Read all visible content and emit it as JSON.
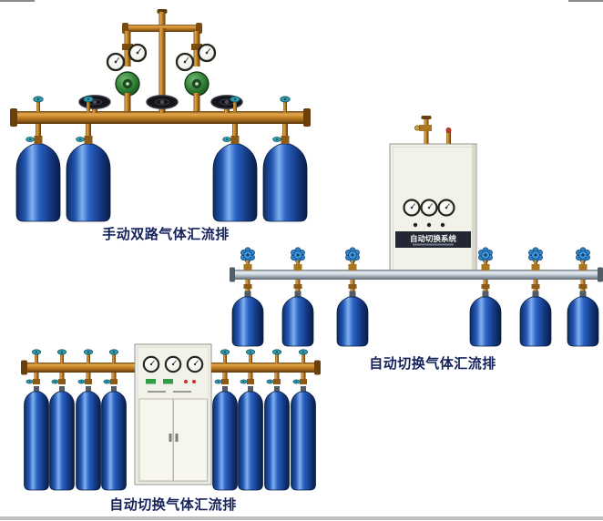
{
  "figures": [
    {
      "id": "manual-dual-manifold",
      "caption": "手动双路气体汇流排",
      "cylinders": 4,
      "regulators": 2,
      "black_handwheels": 3
    },
    {
      "id": "auto-switch-wall-manifold",
      "caption": "自动切换气体汇流排",
      "cylinders": 6,
      "cabinet_panel_text": "自动切换系统",
      "cabinet_gauges": 3
    },
    {
      "id": "auto-switch-cabinet-manifold",
      "caption": "自动切换气体汇流排",
      "cylinders": 8,
      "cabinet_gauges": 3
    }
  ],
  "colors": {
    "background": "#ffffff",
    "brass_pipe": "#c58325",
    "cylinder_blue": "#2457b4",
    "collector_silver": "#b3bdc7",
    "cabinet_body": "#f3f2ea",
    "nameplate_dark": "#232733",
    "caption_text": "#14215a",
    "flower_handwheel": "#2f7fc3",
    "teal_handwheel": "#2f9cb2",
    "regulator_green": "#2f7d33"
  }
}
